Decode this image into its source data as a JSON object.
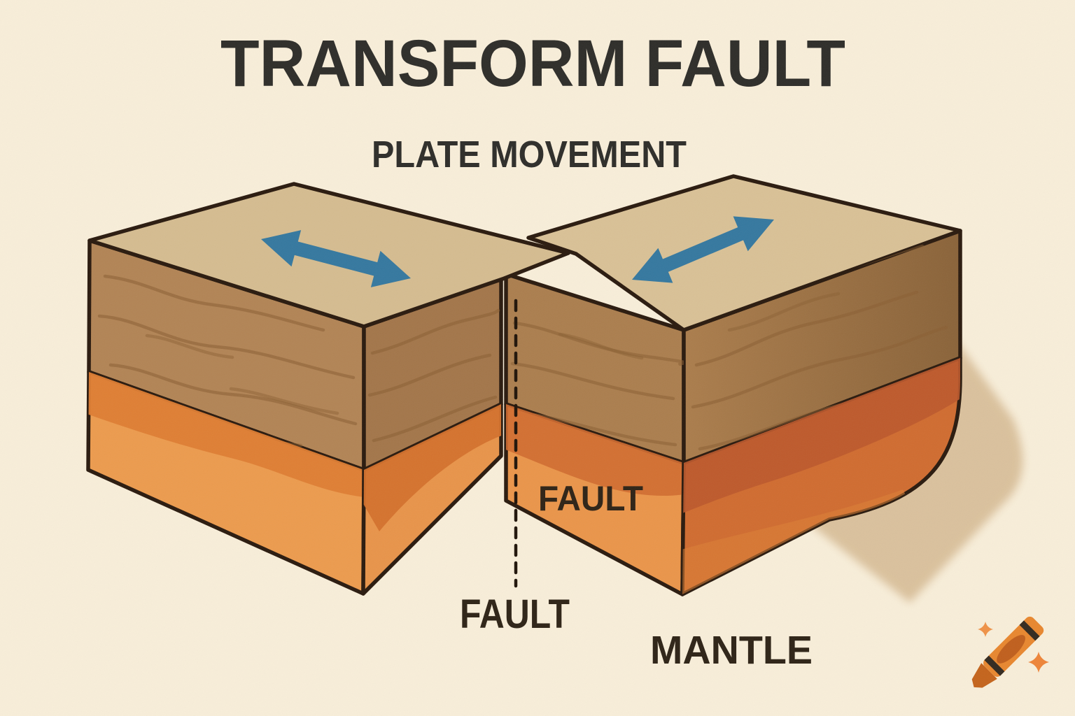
{
  "diagram": {
    "title": "TRANSFORM FAULT",
    "subtitle": "PLATE MOVEMENT",
    "fault_label_on_block": "FAULT",
    "fault_label_below": "FAULT",
    "mantle_label": "MANTLE"
  },
  "icons": {
    "left_plate_arrow": "double-headed-arrow",
    "right_plate_arrow": "double-headed-arrow",
    "crayon_logo": "orange-crayon-with-sparkles"
  },
  "colors": {
    "background": "#f8eed9",
    "plate_top_left": "#d5bc90",
    "plate_top_right": "#d9c196",
    "crust_front": "#b28455",
    "crust_side_shaded": "#a3764a",
    "crust_fault_face": "#ab7e4e",
    "mantle_light": "#ec9b4e",
    "mantle_mid": "#e8944a",
    "mantle_fault_face": "#ea954a",
    "mantle_dark": "#d06c30",
    "arrow_blue": "#35789f",
    "outline": "#2a1a0e",
    "label_text": "#2e2316",
    "title_text": "#2e2d29",
    "shadow": "#d9bf9a",
    "fault_dash": "#201409",
    "crayon_orange": "#e8872f"
  }
}
